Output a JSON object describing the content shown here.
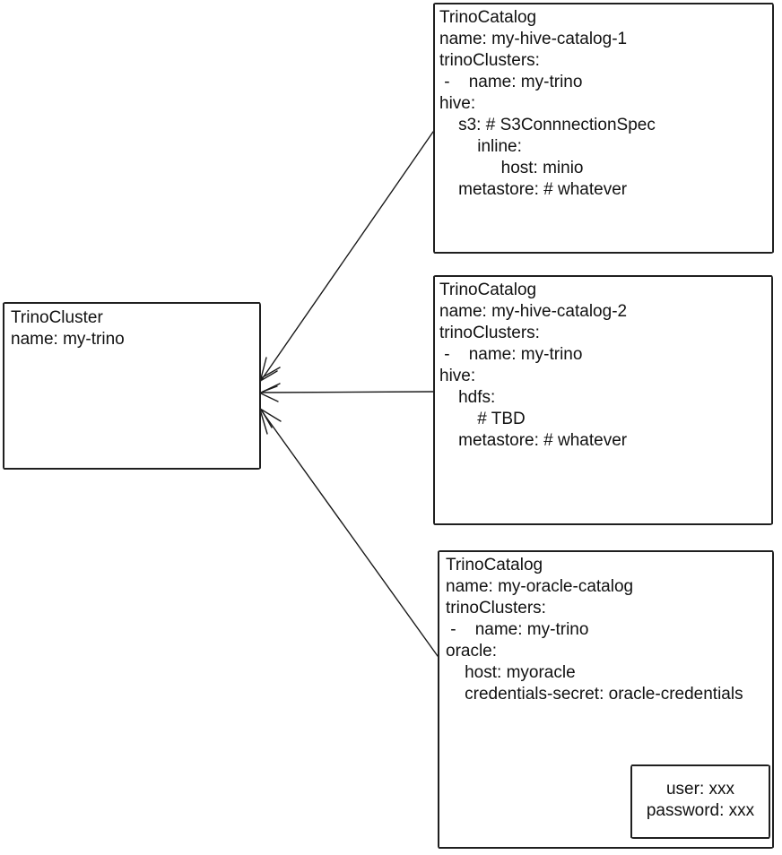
{
  "colors": {
    "ink": "#1a1a1a",
    "background": "#ffffff"
  },
  "cluster": {
    "kind": "TrinoCluster",
    "name": "my-trino",
    "lines": [
      "TrinoCluster",
      "name: my-trino"
    ]
  },
  "catalogs": [
    {
      "kind": "TrinoCatalog",
      "name": "my-hive-catalog-1",
      "lines": [
        "TrinoCatalog",
        "name: my-hive-catalog-1",
        "trinoClusters:",
        " -    name: my-trino",
        "hive:",
        "    s3: # S3ConnnectionSpec",
        "        inline:",
        "             host: minio",
        "    metastore: # whatever"
      ]
    },
    {
      "kind": "TrinoCatalog",
      "name": "my-hive-catalog-2",
      "lines": [
        "TrinoCatalog",
        "name: my-hive-catalog-2",
        "trinoClusters:",
        " -    name: my-trino",
        "hive:",
        "    hdfs:",
        "        # TBD",
        "    metastore: # whatever"
      ]
    },
    {
      "kind": "TrinoCatalog",
      "name": "my-oracle-catalog",
      "lines": [
        "TrinoCatalog",
        "name: my-oracle-catalog",
        "trinoClusters:",
        " -    name: my-trino",
        "oracle:",
        "    host: myoracle",
        "    credentials-secret: oracle-credentials"
      ]
    }
  ],
  "secret": {
    "lines": [
      "user: xxx",
      "password: xxx"
    ]
  },
  "edges": [
    {
      "from": "catalog-my-hive-catalog-1",
      "to": "cluster-my-trino",
      "style": "arrow"
    },
    {
      "from": "catalog-my-hive-catalog-2",
      "to": "cluster-my-trino",
      "style": "arrow"
    },
    {
      "from": "catalog-my-oracle-catalog",
      "to": "cluster-my-trino",
      "style": "arrow"
    },
    {
      "from": "credentials-secret-reference",
      "to": "secret-box",
      "style": "arrow"
    }
  ]
}
